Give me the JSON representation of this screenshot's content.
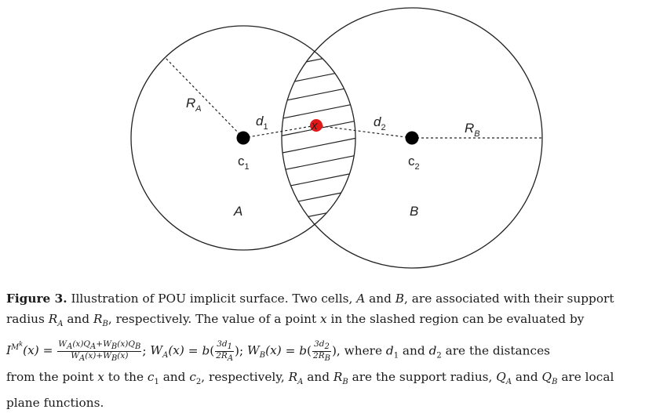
{
  "diagram": {
    "labels": {
      "radius_a": "R",
      "radius_a_sub": "A",
      "radius_b": "R",
      "radius_b_sub": "B",
      "dist_1": "d",
      "dist_1_sub": "1",
      "dist_2": "d",
      "dist_2_sub": "2",
      "center_1": "c",
      "center_1_sub": "1",
      "center_2": "c",
      "center_2_sub": "2",
      "point_x": "x",
      "cell_a": "A",
      "cell_b": "B"
    },
    "colors": {
      "point_x": "#e01818",
      "centers": "#000000",
      "stroke": "#222222"
    }
  },
  "caption": {
    "figure_label": "Figure 3.",
    "text_1": " Illustration of POU implicit surface. Two cells, ",
    "a": "A",
    "text_2": " and ",
    "b": "B",
    "text_3": ", are associated with their support",
    "text_4": "radius ",
    "text_5": " and ",
    "text_6": ", respectively.  The value of a point ",
    "x": "x",
    "text_7": " in the slashed region can be evaluated by",
    "eq_1_lhs": "I",
    "eq_1_sup": "M",
    "eq_1_supsup": "k",
    "eq_1_arg": "(x) =",
    "eq_1_num": "W_A(x)Q_A+W_B(x)Q_B",
    "eq_1_den": "W_A(x)+W_B(x)",
    "eq_2": "; W_A(x) = b(",
    "eq_2_num": "3d_1",
    "eq_2_den": "2R_A",
    "eq_3": "); W_B(x) = b(",
    "eq_3_num": "3d_2",
    "eq_3_den": "2R_B",
    "text_8": "), where ",
    "text_9": " and ",
    "text_10": " are the distances",
    "text_11": "from the point ",
    "text_12": " to the ",
    "text_13": " and ",
    "text_14": ", respectively, ",
    "text_15": " and ",
    "text_16": " are the support radius, ",
    "text_17": " and ",
    "text_18": " are local",
    "text_19": "plane functions."
  }
}
